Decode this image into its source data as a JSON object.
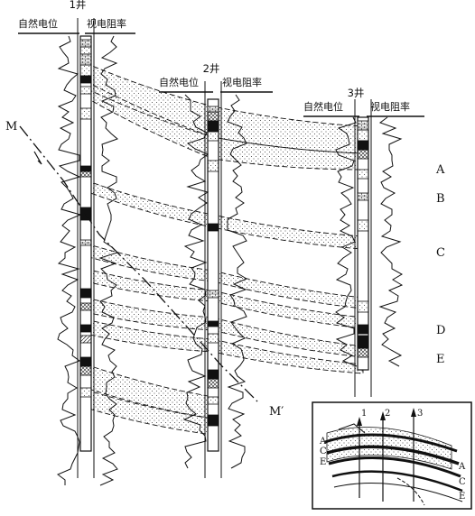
{
  "wells": [
    {
      "name": "1井",
      "sp_label": "自然电位",
      "res_label": "视电阻率"
    },
    {
      "name": "2井",
      "sp_label": "自然电位",
      "res_label": "视电阻率"
    },
    {
      "name": "3井",
      "sp_label": "自然电位",
      "res_label": "视电阻率"
    }
  ],
  "layers": [
    "A",
    "B",
    "C",
    "D",
    "E"
  ],
  "fault": {
    "start": "M",
    "end": "M′"
  },
  "inset": {
    "wells": [
      "1",
      "2",
      "3"
    ],
    "left_layers": [
      "A",
      "C",
      "E"
    ],
    "right_layers": [
      "A",
      "C",
      "E"
    ]
  }
}
